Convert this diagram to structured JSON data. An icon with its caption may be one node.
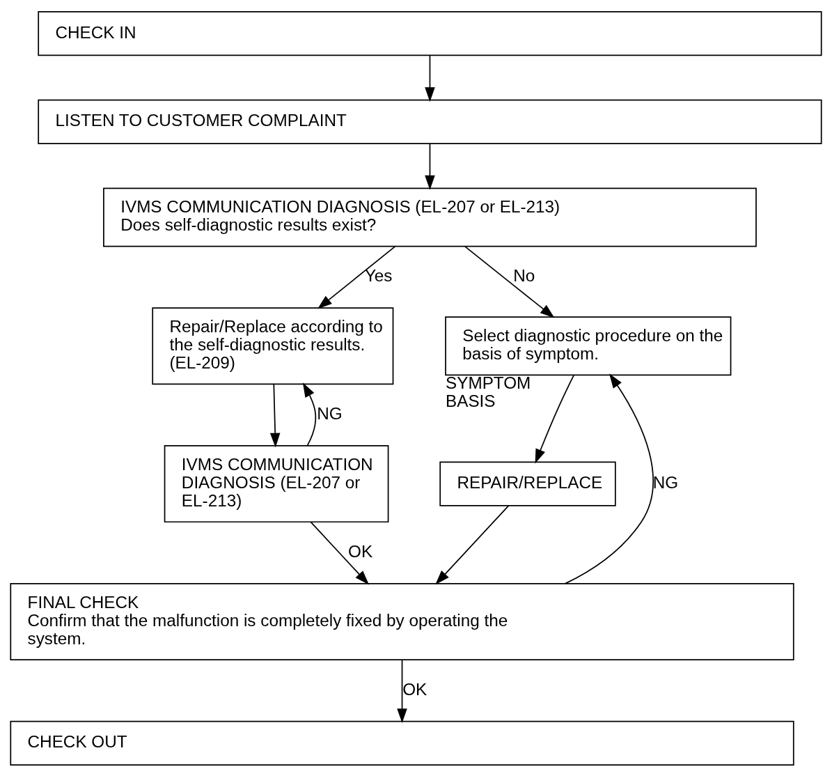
{
  "diagram": {
    "nodes": [
      {
        "text": [
          "CHECK IN"
        ]
      },
      {
        "text": [
          "LISTEN TO CUSTOMER COMPLAINT"
        ]
      },
      {
        "text": [
          "IVMS COMMUNICATION DIAGNOSIS (EL-207 or EL-213)",
          "Does self-diagnostic results exist?"
        ]
      },
      {
        "text": [
          "Repair/Replace according to the self-diagnostic results. (EL-209)"
        ]
      },
      {
        "text": [
          "Select diagnostic procedure on the basis of symptom."
        ],
        "beside": [
          "SYMPTOM BASIS"
        ]
      },
      {
        "text": [
          "IVMS COMMUNICATION DIAGNOSIS (EL-207 or EL-213)"
        ]
      },
      {
        "text": [
          "REPAIR/REPLACE"
        ]
      },
      {
        "text": [
          "FINAL CHECK",
          "Confirm that the malfunction is completely fixed by operating the system."
        ]
      },
      {
        "text": [
          "CHECK OUT"
        ]
      }
    ],
    "edges": [
      {
        "from": 0,
        "to": 1,
        "arrow": "to"
      },
      {
        "from": 1,
        "to": 2,
        "arrow": "to"
      },
      {
        "from": 2,
        "to": 3,
        "label": "Yes",
        "arrow": "to"
      },
      {
        "from": 2,
        "to": 4,
        "label": "No",
        "arrow": "to"
      },
      {
        "from": 3,
        "to": 5,
        "arrow": "to"
      },
      {
        "from": 5,
        "to": 3,
        "label": "NG",
        "arrow": "to"
      },
      {
        "from": 4,
        "to": 6,
        "arrow": "to"
      },
      {
        "from": 5,
        "to": 7,
        "label": "OK",
        "arrow": "to"
      },
      {
        "from": 6,
        "to": 7,
        "arrow": "to"
      },
      {
        "from": 7,
        "to": 4,
        "label": "NG",
        "arrow": "to"
      },
      {
        "from": 7,
        "to": 8,
        "label": "OK",
        "arrow": "to"
      }
    ]
  }
}
